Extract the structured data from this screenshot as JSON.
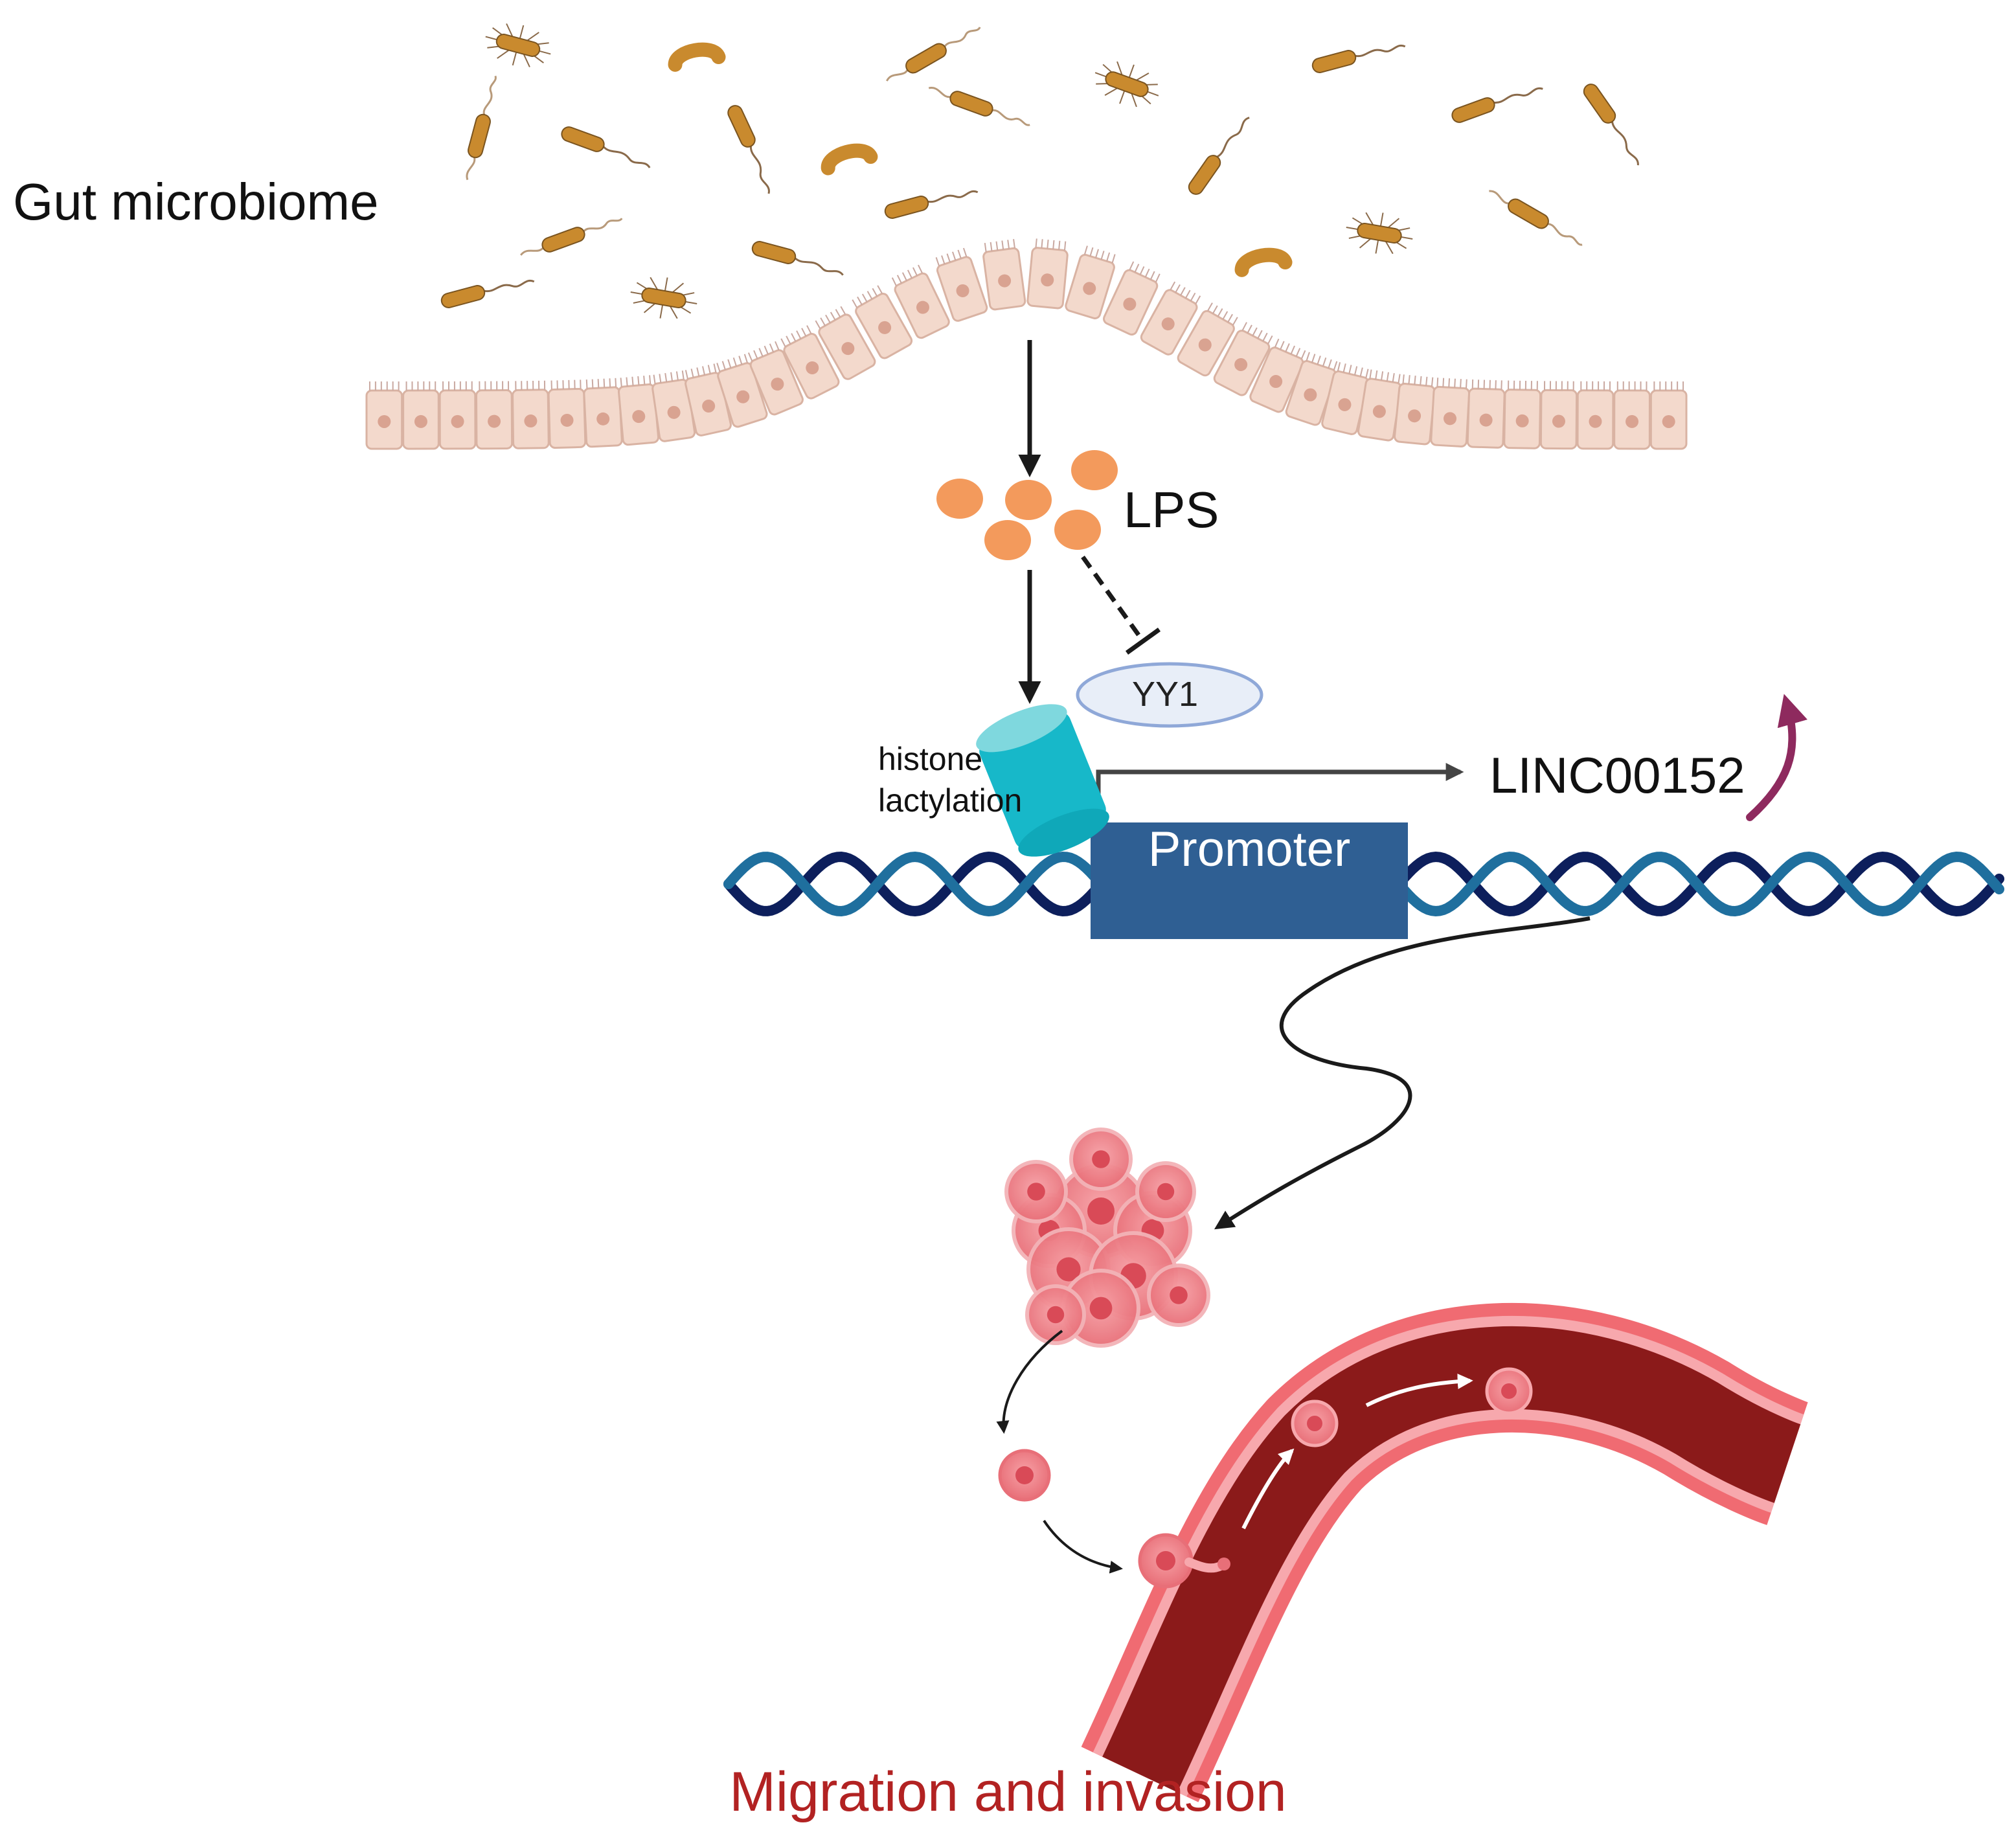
{
  "labels": {
    "gut_microbiome": "Gut microbiome",
    "lps": "LPS",
    "yy1": "YY1",
    "histone_lactylation": "histone\nlactylation",
    "linc": "LINC00152",
    "promoter": "Promoter",
    "outcome": "Migration and invasion"
  },
  "colors": {
    "bacteria": "#c98a2e",
    "epithelium": "#f3d9cc",
    "epithelium_outline": "#d9b3a3",
    "lps_particle": "#f39a5c",
    "yy1_fill": "#e8eef8",
    "yy1_outline": "#8fa8d8",
    "histone": "#17b8c9",
    "promoter_box": "#2f5f93",
    "dna_dark": "#0d1f5c",
    "dna_light": "#1f6f9e",
    "upregulation_arrow": "#8e2a5e",
    "vessel_wall": "#f06b72",
    "vessel_lumen": "#8b1a1a",
    "tumor": "#f08a90",
    "outcome_text": "#b22222"
  },
  "icons": [
    "bacterium-icon",
    "epithelial-layer-icon",
    "lps-particle-icon",
    "histone-icon",
    "dna-helix-icon",
    "tumor-cluster-icon",
    "blood-vessel-icon",
    "up-arrow-icon"
  ]
}
